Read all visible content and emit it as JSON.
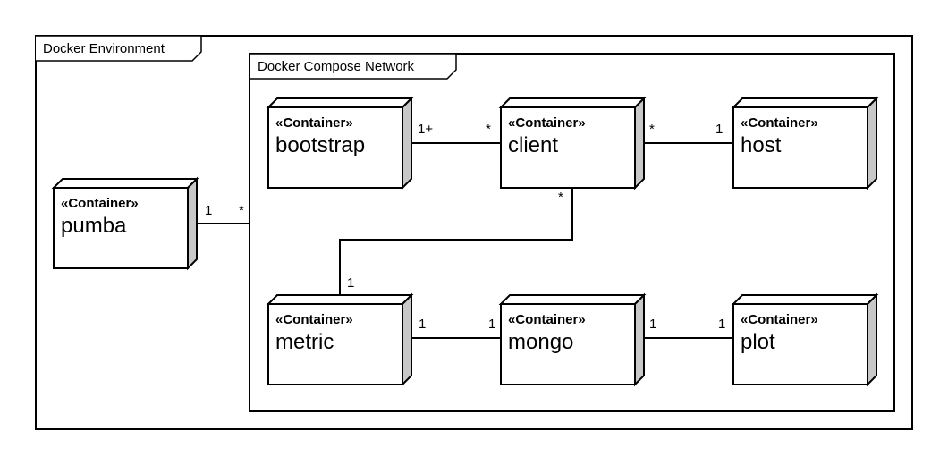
{
  "frames": {
    "environment": {
      "label": "Docker Environment"
    },
    "network": {
      "label": "Docker Compose Network"
    }
  },
  "nodes": [
    {
      "id": "pumba",
      "stereotype": "«Container»",
      "name": "pumba"
    },
    {
      "id": "bootstrap",
      "stereotype": "«Container»",
      "name": "bootstrap"
    },
    {
      "id": "client",
      "stereotype": "«Container»",
      "name": "client"
    },
    {
      "id": "host",
      "stereotype": "«Container»",
      "name": "host"
    },
    {
      "id": "metric",
      "stereotype": "«Container»",
      "name": "metric"
    },
    {
      "id": "mongo",
      "stereotype": "«Container»",
      "name": "mongo"
    },
    {
      "id": "plot",
      "stereotype": "«Container»",
      "name": "plot"
    }
  ],
  "edges": [
    {
      "id": "pumba-network",
      "source_mult": "1",
      "target_mult": "*"
    },
    {
      "id": "bootstrap-client",
      "source_mult": "1+",
      "target_mult": "*"
    },
    {
      "id": "client-host",
      "source_mult": "*",
      "target_mult": "1"
    },
    {
      "id": "client-metric",
      "source_mult": "*",
      "target_mult": "1"
    },
    {
      "id": "metric-mongo",
      "source_mult": "1",
      "target_mult": "1"
    },
    {
      "id": "mongo-plot",
      "source_mult": "1",
      "target_mult": "1"
    }
  ],
  "colors": {
    "line": "#000000",
    "node_fill": "#ffffff",
    "node_side": "#c8c8c8",
    "background": "#ffffff"
  }
}
